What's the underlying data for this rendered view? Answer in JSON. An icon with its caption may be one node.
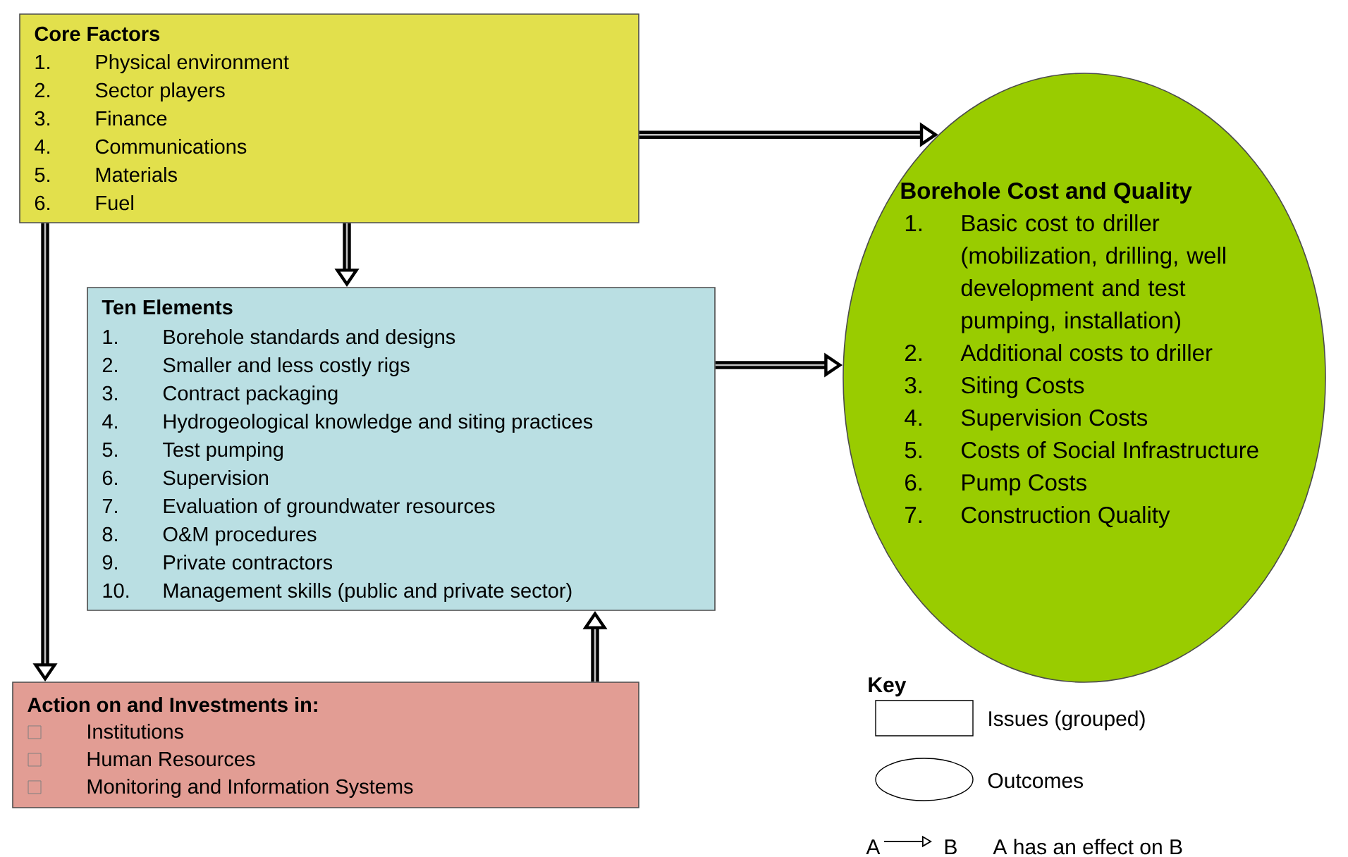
{
  "diagram": {
    "nodes": [
      {
        "text": [
          "Core Factors",
          "1.",
          "Physical environment",
          "2.",
          "Sector players",
          "3.",
          "Finance",
          "4.",
          "Communications",
          "5.",
          "Materials",
          "6.",
          "Fuel"
        ]
      },
      {
        "text": [
          "Ten Elements",
          "1.",
          "Borehole standards and designs",
          "2.",
          "Smaller and less costly rigs",
          "3.",
          "Contract packaging",
          "4.",
          "Hydrogeological knowledge and siting practices",
          "5.",
          "Test pumping",
          "6.",
          "Supervision",
          "7.",
          "Evaluation of groundwater resources",
          "8.",
          "O&M procedures",
          "9.",
          "Private contractors",
          "10.",
          "Management skills (public and private sector)"
        ]
      },
      {
        "text": [
          "Action on and Investments in:",
          "Institutions",
          "Human Resources",
          "Monitoring and Information Systems"
        ]
      },
      {
        "text": [
          "Borehole Cost and Quality",
          "1.",
          "Basic cost to driller (mobilization, drilling, well development and test pumping, installation)",
          "2.",
          "Additional costs to driller",
          "3.",
          "Siting Costs",
          "4.",
          "Supervision Costs",
          "5.",
          "Costs of Social Infrastructure",
          "6.",
          "Pump Costs",
          "7.",
          "Construction Quality"
        ]
      }
    ],
    "edges": [
      {
        "from": 0,
        "to": 3,
        "arrow": "to"
      },
      {
        "from": 0,
        "to": 1,
        "arrow": "to"
      },
      {
        "from": 0,
        "to": 2,
        "arrow": "to"
      },
      {
        "from": 1,
        "to": 3,
        "arrow": "to"
      },
      {
        "from": 2,
        "to": 1,
        "arrow": "to"
      }
    ],
    "labels": [
      "Key",
      "A",
      "B"
    ],
    "legend": [
      {
        "text": "Issues (grouped)"
      },
      {
        "text": "Outcomes"
      },
      {
        "text": "A has an effect on B"
      }
    ]
  }
}
